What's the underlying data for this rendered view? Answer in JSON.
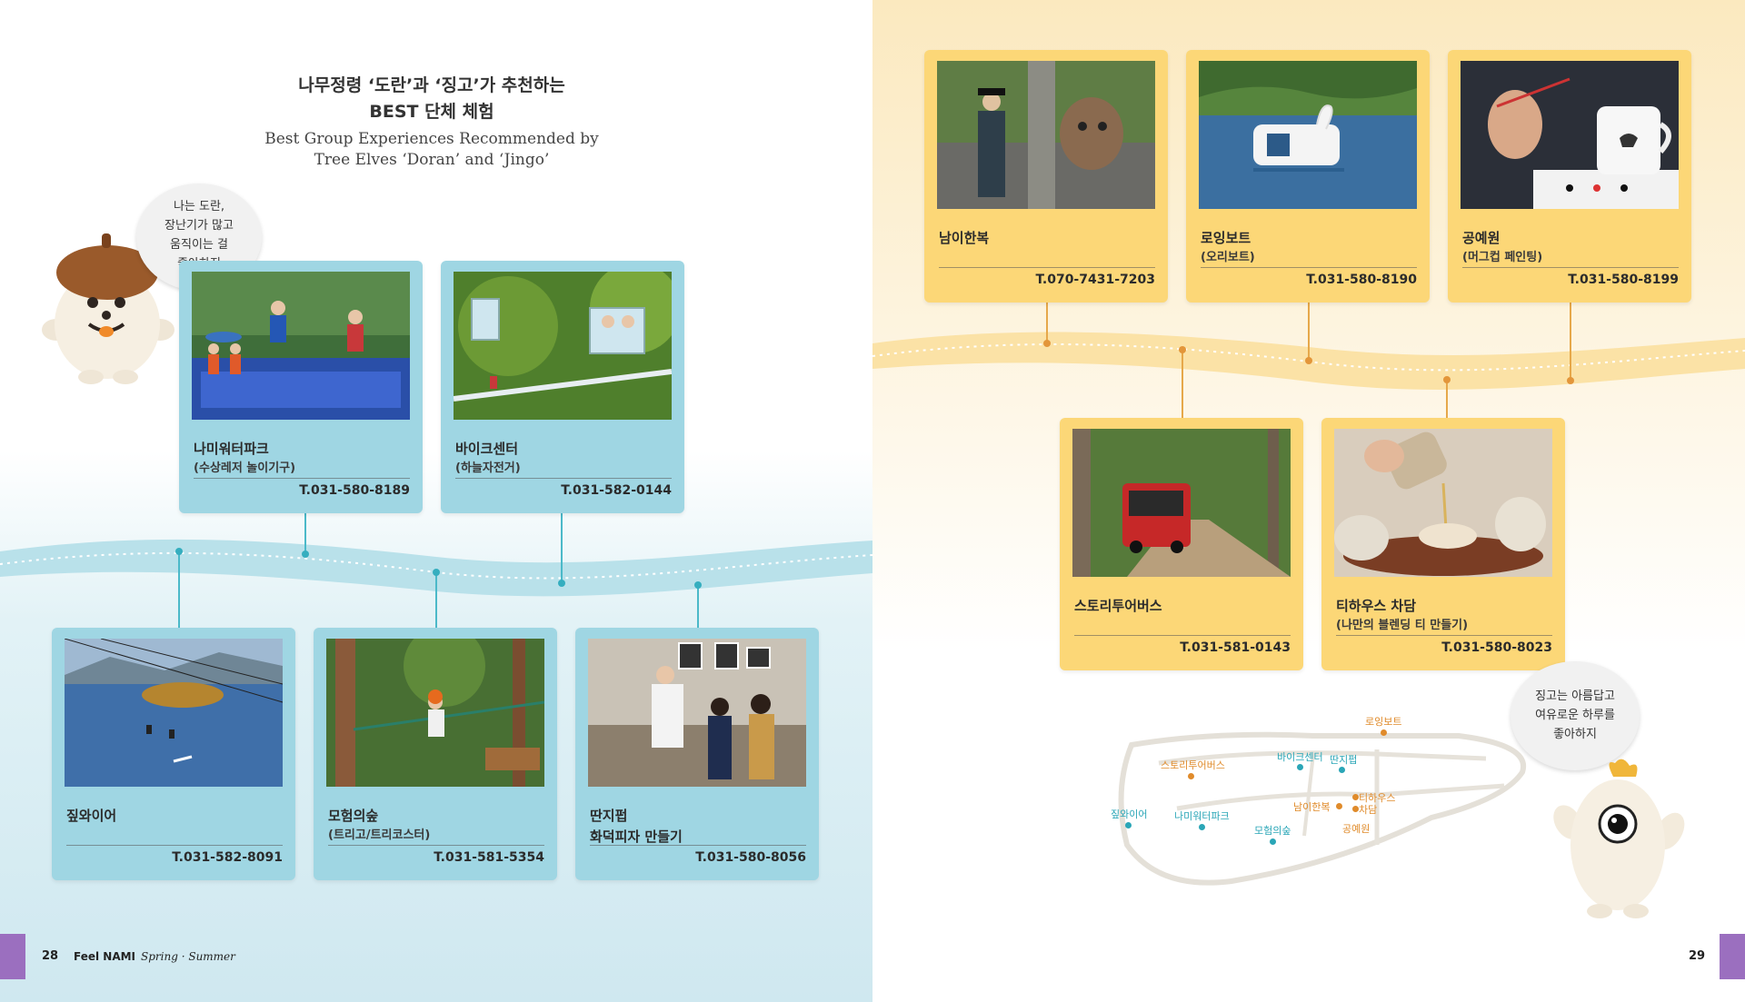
{
  "title": {
    "ko_line1": "나무정령 ‘도란’과 ‘징고’가 추천하는",
    "ko_line2": "BEST 단체 체험",
    "en_line1": "Best Group Experiences Recommended by",
    "en_line2": "Tree Elves ‘Doran’ and ‘Jingo’"
  },
  "doran_bubble": [
    "나는 도란,",
    "장난기가 많고",
    "움직이는 걸",
    "좋아하지"
  ],
  "jingo_bubble": [
    "징고는 아름답고",
    "여유로운 하루를",
    "좋아하지"
  ],
  "left_cards": [
    {
      "name": "나미워터파크",
      "sub": "(수상레저 놀이기구)",
      "tel": "T.031-580-8189"
    },
    {
      "name": "바이크센터",
      "sub": "(하늘자전거)",
      "tel": "T.031-582-0144"
    },
    {
      "name": "짚와이어",
      "sub": "",
      "tel": "T.031-582-8091"
    },
    {
      "name": "모험의숲",
      "sub": "(트리고/트리코스터)",
      "tel": "T.031-581-5354"
    },
    {
      "name": "딴지펍",
      "sub": "화덕피자 만들기",
      "tel": "T.031-580-8056"
    }
  ],
  "right_cards": [
    {
      "name": "남이한복",
      "sub": "",
      "tel": "T.070-7431-7203"
    },
    {
      "name": "로잉보트",
      "sub": "(오리보트)",
      "tel": "T.031-580-8190"
    },
    {
      "name": "공예원",
      "sub": "(머그컵 페인팅)",
      "tel": "T.031-580-8199"
    },
    {
      "name": "스토리투어버스",
      "sub": "",
      "tel": "T.031-581-0143"
    },
    {
      "name": "티하우스 차담",
      "sub": "(나만의 블렌딩 티 만들기)",
      "tel": "T.031-580-8023"
    }
  ],
  "map_labels": {
    "rowing_boat": "로잉보트",
    "bike_center": "바이크센터",
    "ddanji_pub": "딴지펍",
    "story_bus": "스토리투어버스",
    "tea_house": "티하우스",
    "tea_house_2": "차담",
    "nami_hanbok": "남이한복",
    "zip_wire": "짚와이어",
    "water_park": "나미워터파크",
    "adventure_forest": "모험의숲",
    "craft_house": "공예원"
  },
  "footer": {
    "left_page": "28",
    "right_page": "29",
    "brand": "Feel NAMI",
    "season": "Spring · Summer"
  },
  "colors": {
    "blue_card": "#9fd6e3",
    "yellow_card": "#fcd777",
    "tab": "#9b6fbf"
  }
}
